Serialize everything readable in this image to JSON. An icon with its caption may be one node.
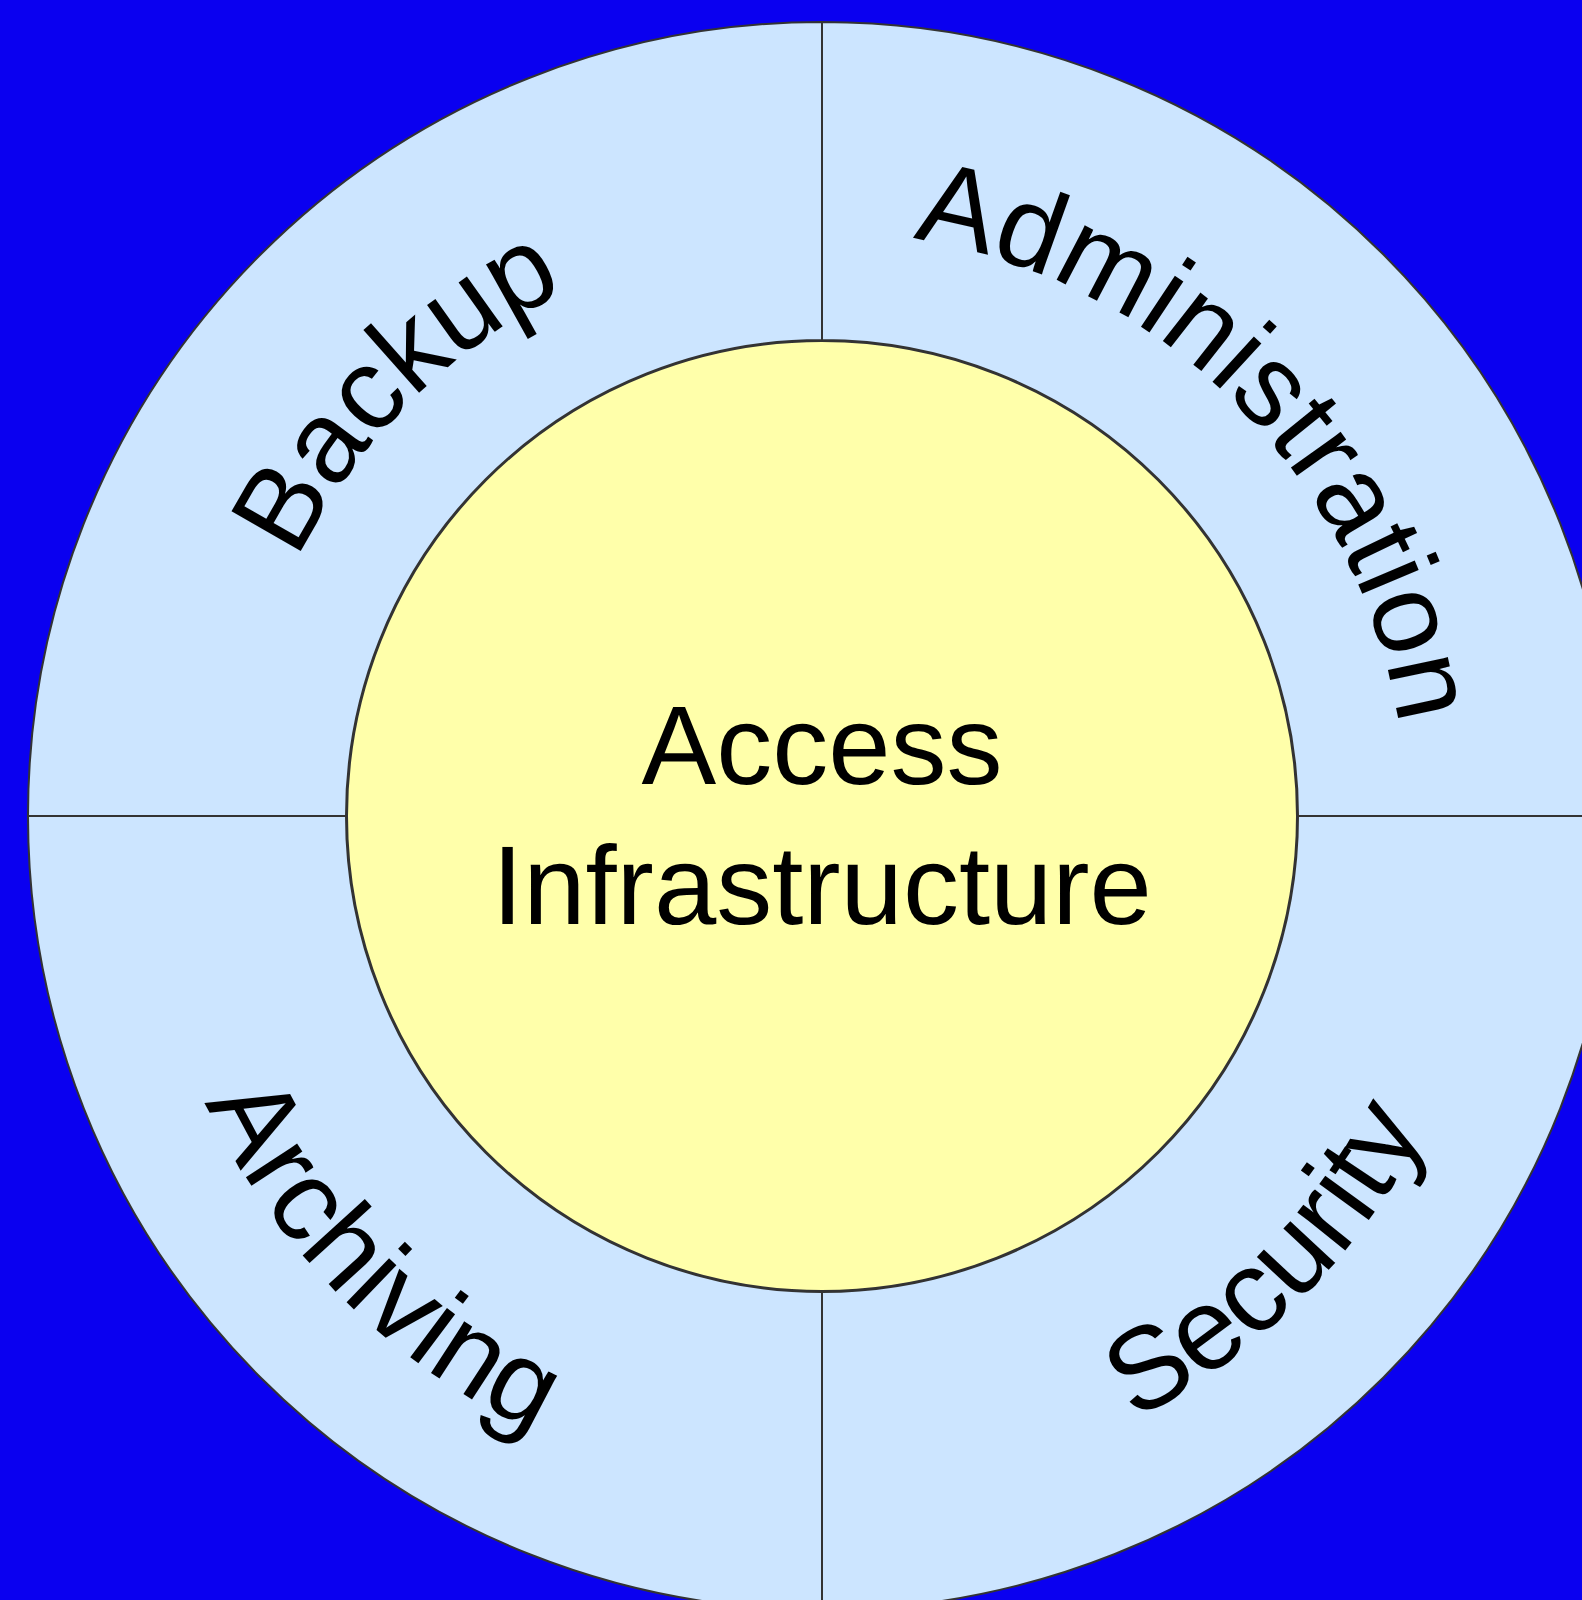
{
  "diagram": {
    "nodes": [
      {
        "text": [
          "Backup"
        ]
      },
      {
        "text": [
          "Administration"
        ]
      },
      {
        "text": [
          "Access Infrastructure"
        ]
      },
      {
        "text": [
          "Archiving"
        ]
      },
      {
        "text": [
          "Security"
        ]
      }
    ]
  }
}
